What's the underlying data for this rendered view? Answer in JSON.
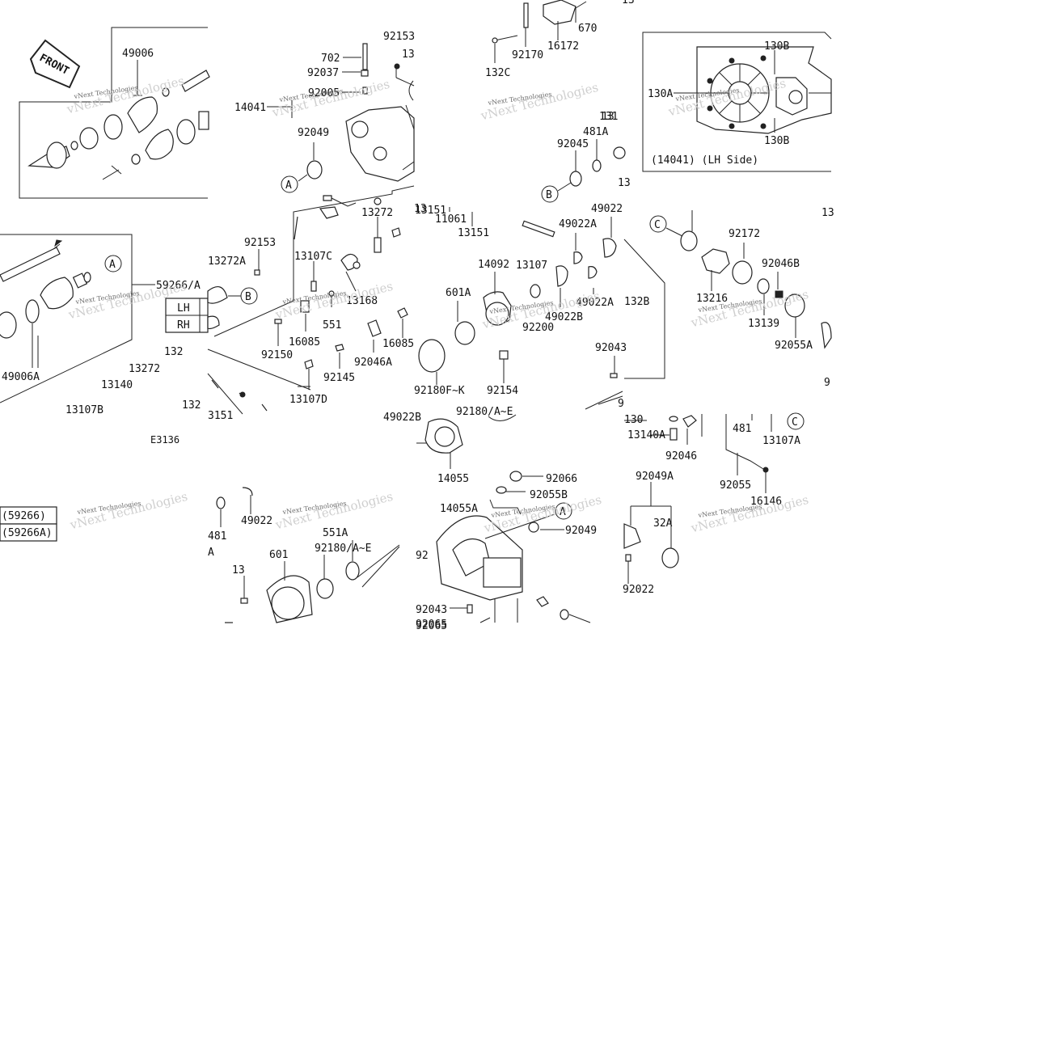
{
  "diagram": {
    "code": "E3136",
    "front_label": "FRONT",
    "watermark": "vNext Technologies",
    "side_note": "(14041)  (LH Side)",
    "ref_markers": [
      "A",
      "B",
      "C"
    ],
    "table": {
      "rows": [
        "LH",
        "RH"
      ]
    },
    "boxed_notes": [
      "(59266)",
      "(59266A)"
    ],
    "colors": {
      "line": "#222222",
      "background": "#ffffff",
      "watermark": "#6b6b6b"
    },
    "part_labels": [
      "49006",
      "59266/A",
      "49006A",
      "13272",
      "13140",
      "13107B",
      "132",
      "132",
      "702",
      "92153",
      "92037",
      "92005",
      "14041",
      "92049",
      "92153",
      "13272A",
      "13107C",
      "13168",
      "551",
      "16085",
      "92150",
      "92145",
      "92046A",
      "16085",
      "13107D",
      "13272",
      "11061",
      "13151",
      "13151",
      "92170",
      "16172",
      "670",
      "132C",
      "481A",
      "92045",
      "131",
      "14092",
      "13107",
      "601A",
      "92200",
      "49022B",
      "49022A",
      "49022A",
      "49022",
      "92180F~K",
      "92154",
      "92043",
      "132B",
      "130B",
      "130A",
      "130B",
      "92172",
      "92046B",
      "13216",
      "13139",
      "92055A",
      "92180/A~E",
      "14055",
      "92066",
      "92055B",
      "14055A",
      "92049",
      "92043",
      "92065",
      "130",
      "13140A",
      "92046",
      "481",
      "13107A",
      "92055",
      "16146",
      "92049A",
      "32A",
      "92022",
      "481",
      "49022",
      "601",
      "92180/A~E",
      "551A",
      "13",
      "92",
      "13",
      "9",
      "13",
      "13",
      "49022B",
      "13",
      "9",
      "3151",
      "13",
      "A",
      "13",
      "92065"
    ]
  }
}
